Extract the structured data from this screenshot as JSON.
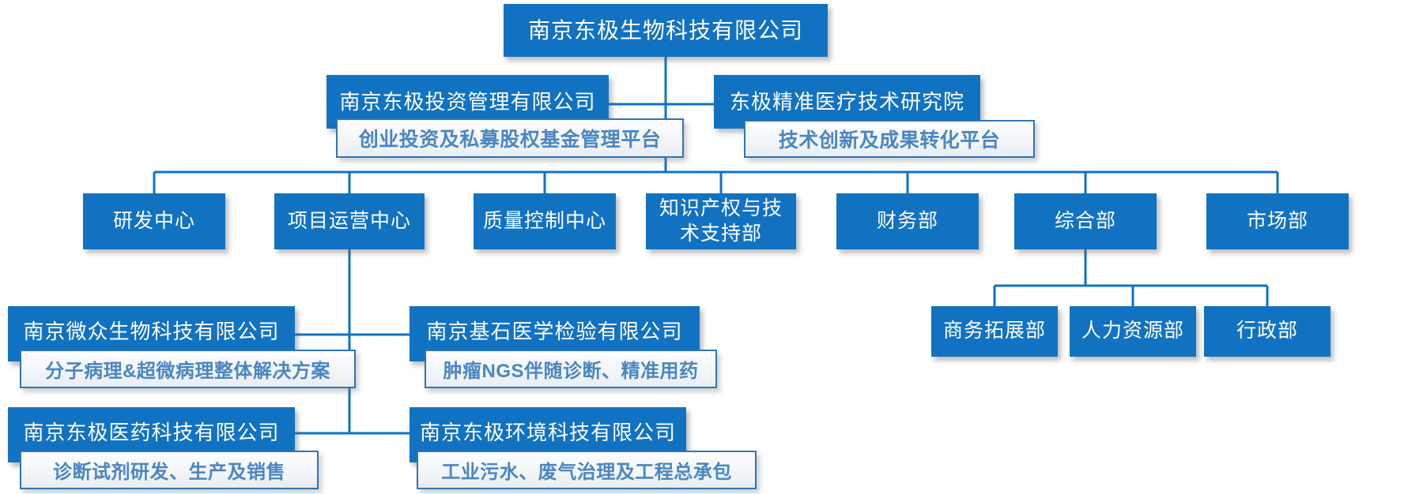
{
  "org": {
    "root": {
      "label": "南京东极生物科技有限公司"
    },
    "investment": {
      "label": "南京东极投资管理有限公司",
      "subtitle": "创业投资及私募股权基金管理平台"
    },
    "institute": {
      "label": "东极精准医疗技术研究院",
      "subtitle": "技术创新及成果转化平台"
    },
    "departments": [
      "研发中心",
      "项目运营中心",
      "质量控制中心",
      "知识产权与技术支持部",
      "财务部",
      "综合部",
      "市场部"
    ],
    "general_departments": [
      "商务拓展部",
      "人力资源部",
      "行政部"
    ],
    "subsidiaries": [
      {
        "label": "南京微众生物科技有限公司",
        "subtitle": "分子病理&超微病理整体解决方案"
      },
      {
        "label": "南京基石医学检验有限公司",
        "subtitle": "肿瘤NGS伴随诊断、精准用药"
      },
      {
        "label": "南京东极医药科技有限公司",
        "subtitle": "诊断试剂研发、生产及销售"
      },
      {
        "label": "南京东极环境科技有限公司",
        "subtitle": "工业污水、废气治理及工程总承包"
      }
    ],
    "colors": {
      "box_blue": "#1272c2",
      "line_blue": "#1272c2",
      "subtitle_text": "#4a86c2",
      "subtitle_border": "#2e75b6"
    }
  }
}
